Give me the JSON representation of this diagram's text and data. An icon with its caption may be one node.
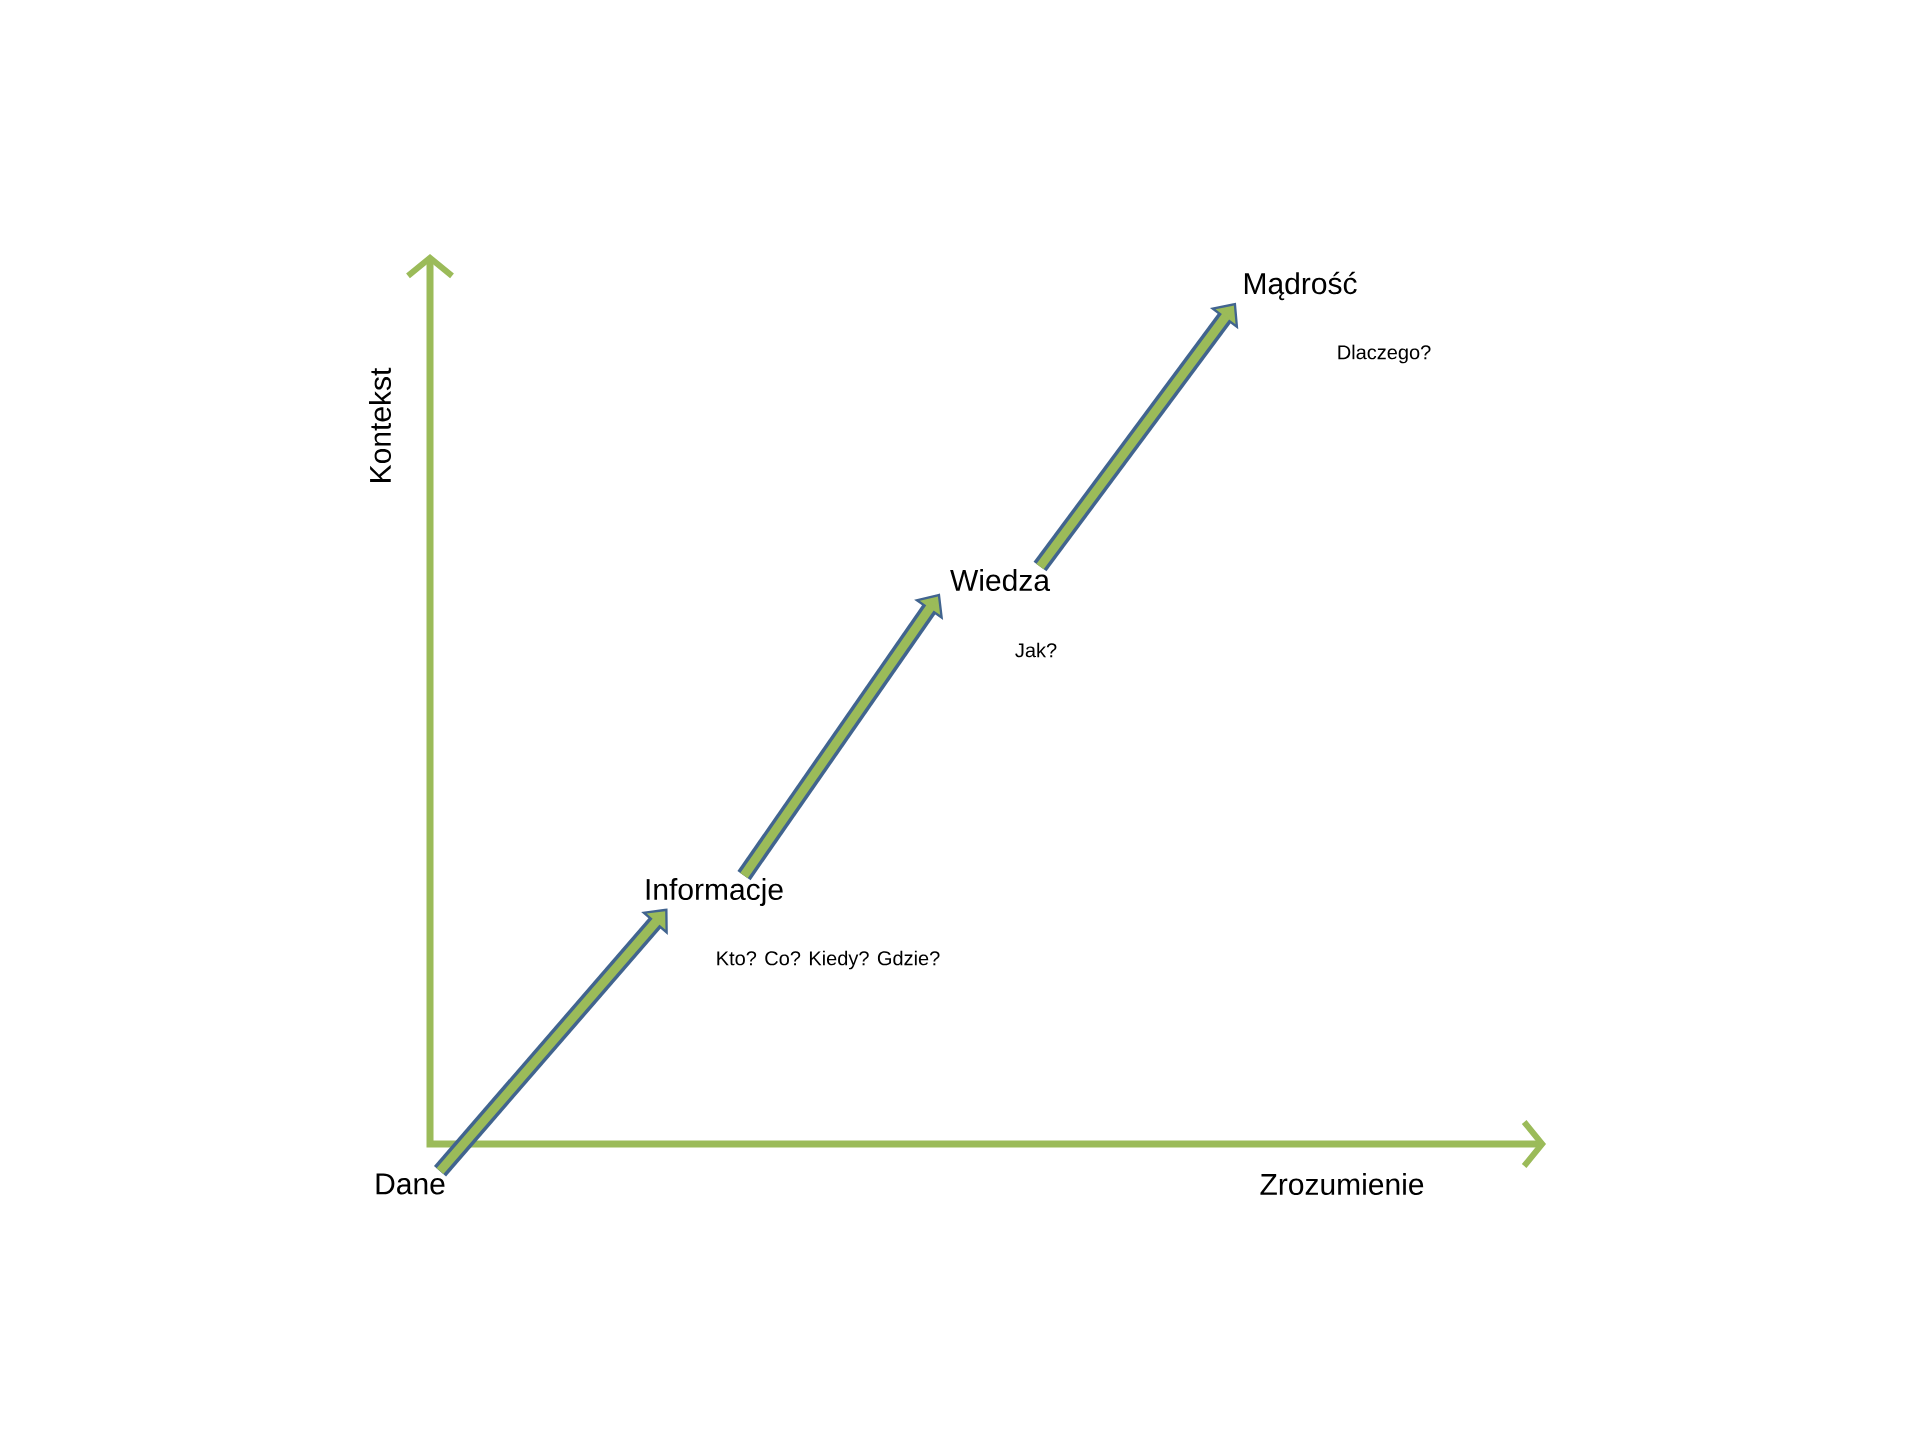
{
  "diagram": {
    "nodes": [
      {
        "text": [
          "Dane"
        ]
      },
      {
        "text": [
          "Informacje"
        ],
        "beside": [
          "Kto? Co? Kiedy? Gdzie?"
        ]
      },
      {
        "text": [
          "Wiedza"
        ],
        "beside": [
          "Jak?"
        ]
      },
      {
        "text": [
          "Mądrość"
        ],
        "beside": [
          "Dlaczego?"
        ]
      }
    ],
    "edges": [
      {
        "from": 0,
        "to": 1,
        "arrow": "to"
      },
      {
        "from": 1,
        "to": 2,
        "arrow": "to"
      },
      {
        "from": 2,
        "to": 3,
        "arrow": "to"
      }
    ],
    "labels": [
      "Kontekst",
      "Zrozumienie"
    ]
  }
}
